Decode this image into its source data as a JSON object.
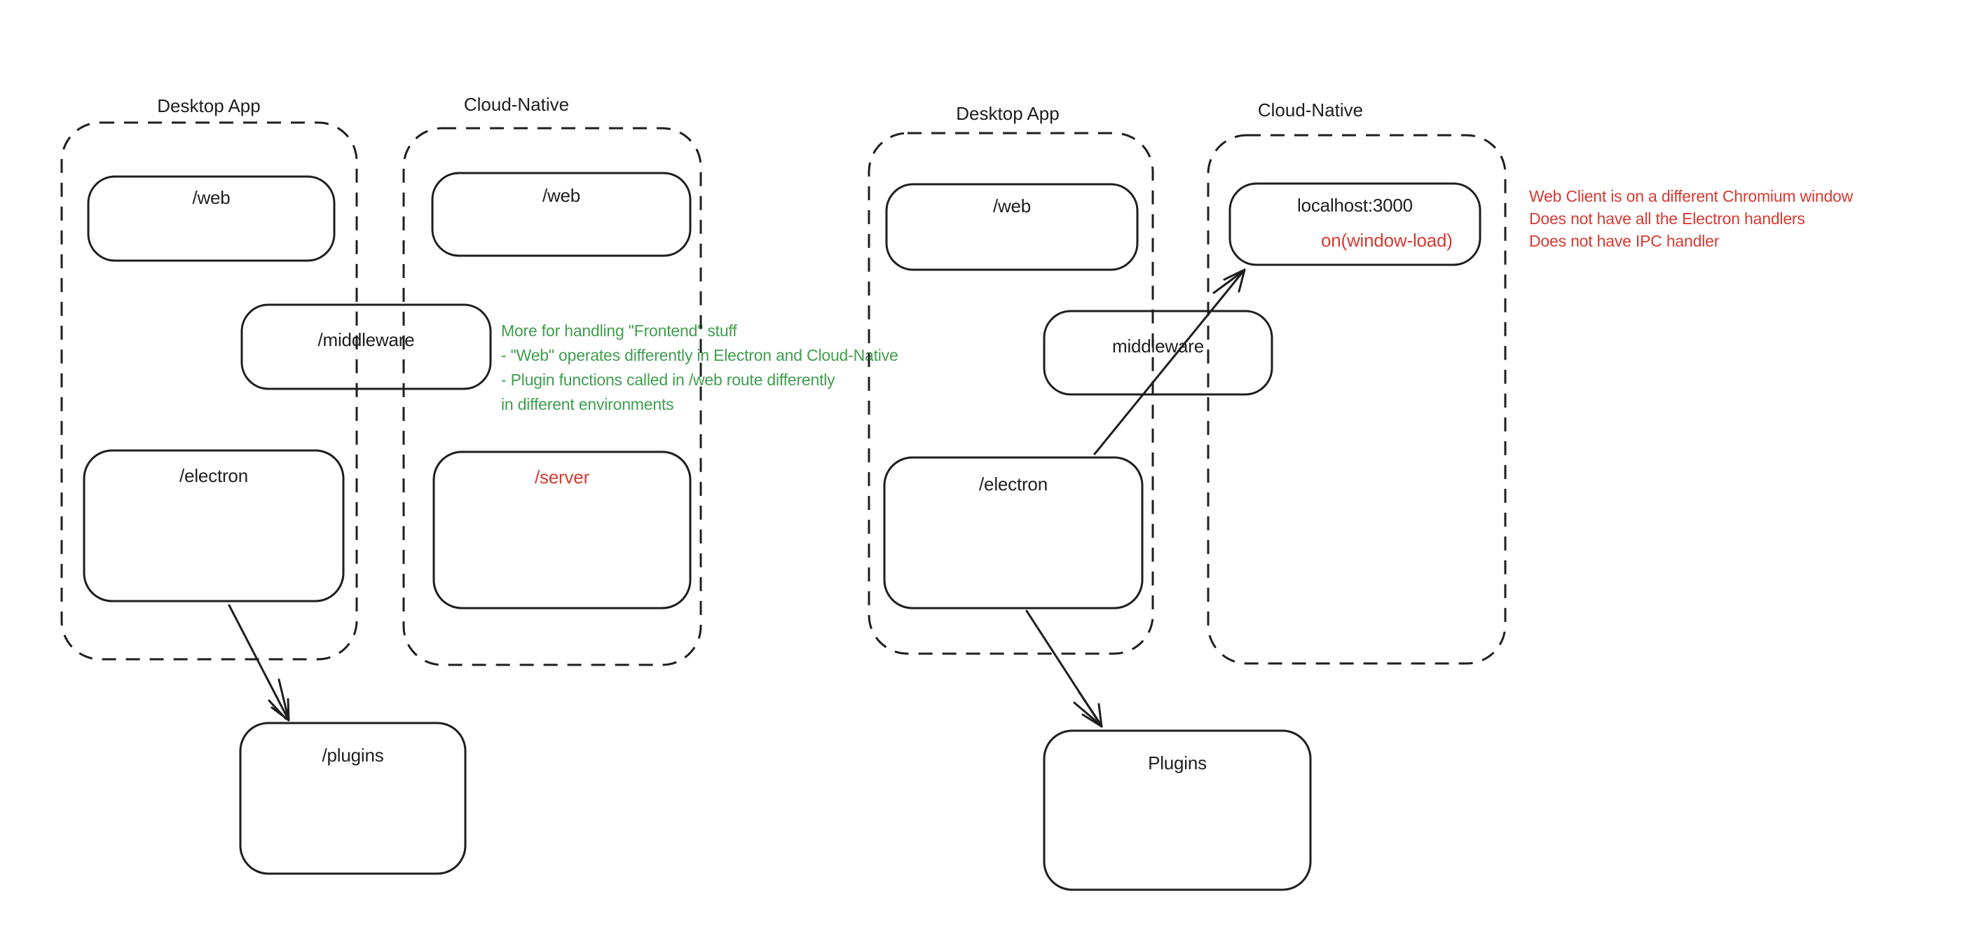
{
  "colors": {
    "ink": "#1e1e1e",
    "red": "#d63a31",
    "green": "#3f9e4e",
    "background": "#ffffff"
  },
  "left": {
    "desktop": {
      "title": "Desktop App",
      "web": "/web",
      "electron": "/electron"
    },
    "cloud": {
      "title": "Cloud-Native",
      "web": "/web",
      "server": "/server"
    },
    "middleware": "/middleware",
    "plugins": "/plugins",
    "note": {
      "line1": "More for handling \"Frontend\" stuff",
      "line2": "- \"Web\" operates differently in Electron and Cloud-Native",
      "line3": "- Plugin functions called in /web route differently",
      "line4": "in different environments"
    }
  },
  "right": {
    "desktop": {
      "title": "Desktop App",
      "web": "/web",
      "electron": "/electron"
    },
    "cloud": {
      "title": "Cloud-Native",
      "localhost": "localhost:3000",
      "window_load": "on(window-load)"
    },
    "middleware": "middleware",
    "plugins": "Plugins",
    "note": {
      "line1": "Web Client is on a different Chromium window",
      "line2": "Does not have all the Electron handlers",
      "line3": "Does not have IPC handler"
    }
  }
}
